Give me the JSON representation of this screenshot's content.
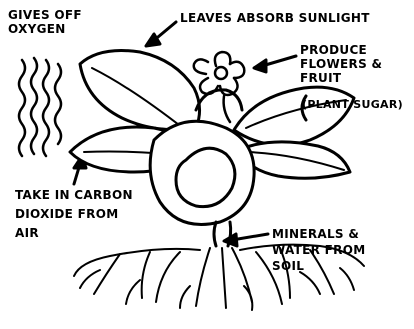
{
  "labels": {
    "gives_off_1": "GIVES OFF",
    "gives_off_2": "OXYGEN",
    "leaves_absorb": "LEAVES ABSORB SUNLIGHT",
    "produce_1": "PRODUCE",
    "produce_2": "FLOWERS &",
    "produce_3": "FRUIT",
    "plant_sugar": "(PLANT SUGAR)",
    "take_in_1": "TAKE IN CARBON",
    "take_in_2": "DIOXIDE FROM",
    "take_in_3": "AIR",
    "minerals_1": "MINERALS &",
    "minerals_2": "WATER FROM",
    "minerals_3": "SOIL"
  },
  "colors": {
    "ink": "#000000",
    "paper": "#ffffff"
  }
}
